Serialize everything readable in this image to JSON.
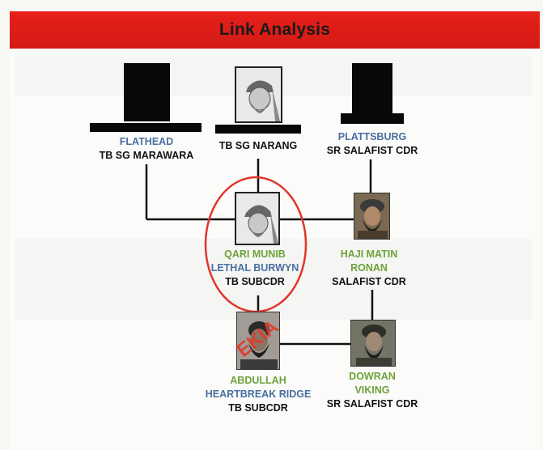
{
  "title": "Link Analysis",
  "nodes": {
    "flathead": {
      "name": "FLATHEAD",
      "role": "TB SG MARAWARA"
    },
    "narang": {
      "role": "TB SG NARANG"
    },
    "plattsburg": {
      "name": "PLATTSBURG",
      "role": "SR SALAFIST CDR"
    },
    "qari": {
      "name1": "QARI MUNIB",
      "name2": "LETHAL BURWYN",
      "role": "TB SUBCDR"
    },
    "haji": {
      "name1": "HAJI MATIN",
      "name2": "RONAN",
      "role": "SALAFIST CDR"
    },
    "abdullah": {
      "name1": "ABDULLAH",
      "name2": "HEARTBREAK RIDGE",
      "role": "TB SUBCDR",
      "stamp": "EKIA"
    },
    "dowran": {
      "name1": "DOWRAN",
      "name2": "VIKING",
      "role": "SR SALAFIST CDR"
    }
  },
  "colors": {
    "header": "#e8201a",
    "alias": "#4a6fa1",
    "name": "#6ea23a",
    "highlight": "#e0352b"
  }
}
